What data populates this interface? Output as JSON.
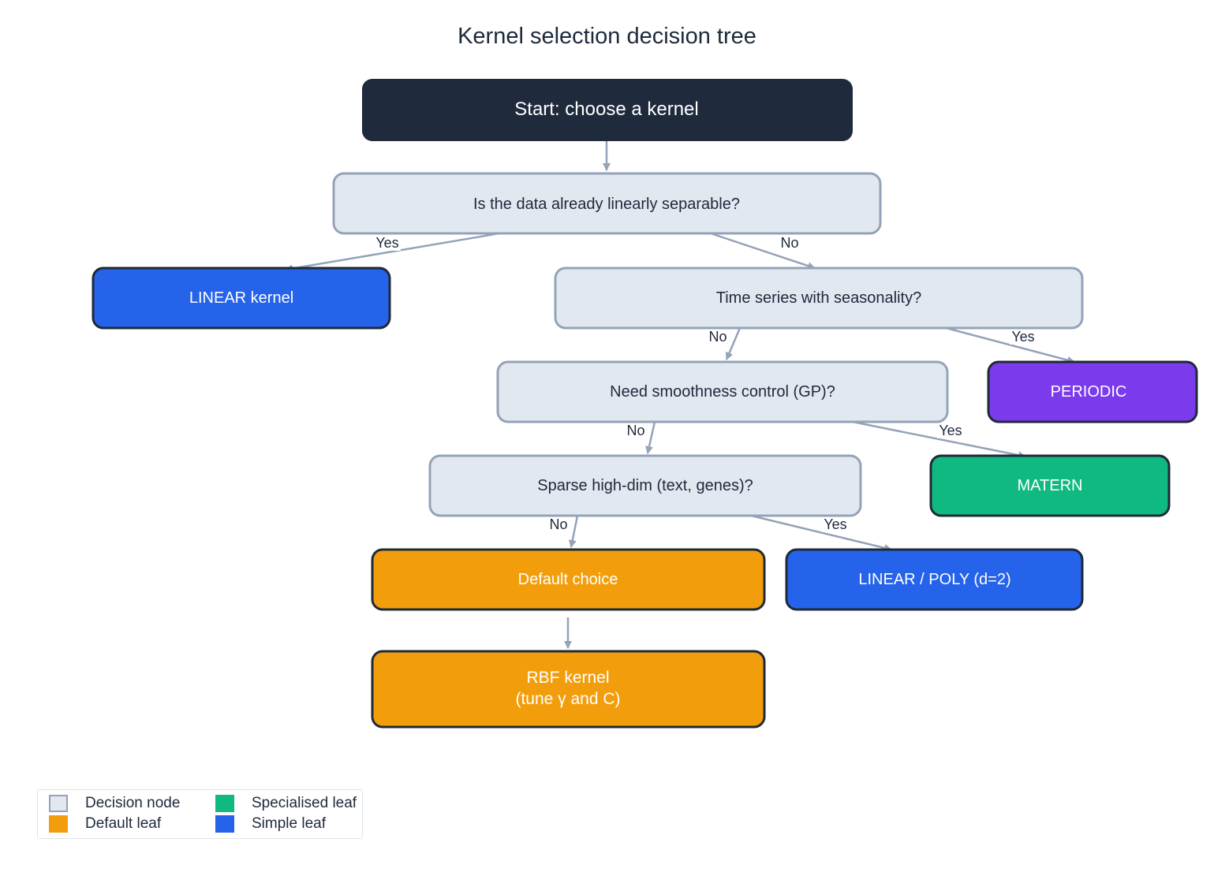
{
  "title": "Kernel selection decision tree",
  "colors": {
    "start": "#1f2a3c",
    "decision": "#e2e8f0",
    "decision_border": "#94a3b8",
    "default_leaf": "#f29e0c",
    "simple_leaf": "#2563eb",
    "specialised_leaf": "#10b981",
    "periodic_leaf": "#7c3aed",
    "leaf_border": "#1f2937",
    "arrow": "#94a3b8",
    "text_dark": "#1e293b",
    "text_light": "#ffffff"
  },
  "nodes": {
    "start": {
      "label": "Start: choose a kernel"
    },
    "q_linear": {
      "label": "Is the data already linearly separable?"
    },
    "linear_kernel": {
      "label": "LINEAR kernel"
    },
    "q_time": {
      "label": "Time series with seasonality?"
    },
    "periodic": {
      "label": "PERIODIC"
    },
    "q_smooth": {
      "label": "Need smoothness control (GP)?"
    },
    "matern": {
      "label": "MATERN"
    },
    "q_sparse": {
      "label": "Sparse high-dim (text, genes)?"
    },
    "linear_poly": {
      "label": "LINEAR / POLY (d=2)"
    },
    "default_choice": {
      "label": "Default choice"
    },
    "rbf": {
      "label_line1": "RBF kernel",
      "label_line2": "(tune γ and C)"
    }
  },
  "edges": {
    "yes": "Yes",
    "no": "No"
  },
  "legend": [
    {
      "label": "Decision node",
      "icon": "decision-swatch"
    },
    {
      "label": "Default leaf",
      "icon": "default-leaf-swatch"
    },
    {
      "label": "Specialised leaf",
      "icon": "specialised-leaf-swatch"
    },
    {
      "label": "Simple leaf",
      "icon": "simple-leaf-swatch"
    }
  ]
}
